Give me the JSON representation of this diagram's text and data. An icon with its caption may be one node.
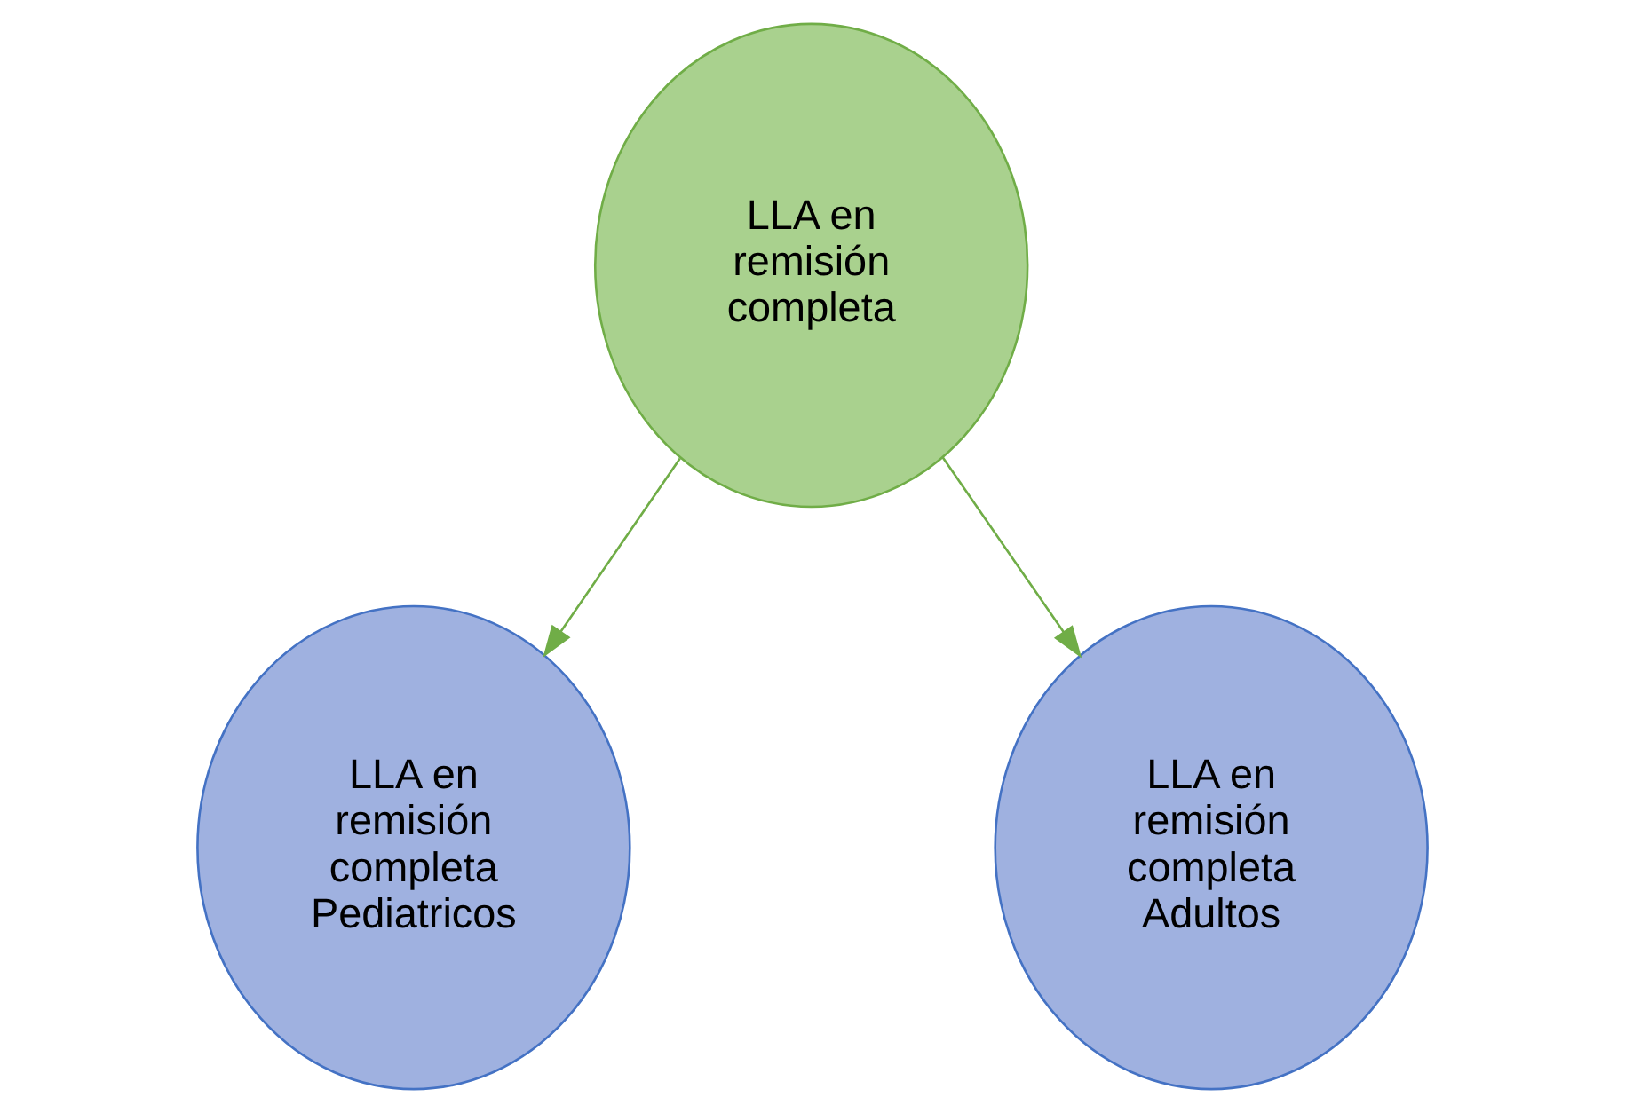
{
  "diagram": {
    "nodes": [
      {
        "text": [
          "LLA en remisión completa"
        ]
      },
      {
        "text": [
          "LLA en remisión completa Pediatricos"
        ]
      },
      {
        "text": [
          "LLA en remisión completa Adultos"
        ]
      }
    ],
    "edges": [
      {
        "from": 0,
        "to": 1,
        "arrow": "to"
      },
      {
        "from": 0,
        "to": 2,
        "arrow": "to"
      }
    ]
  }
}
